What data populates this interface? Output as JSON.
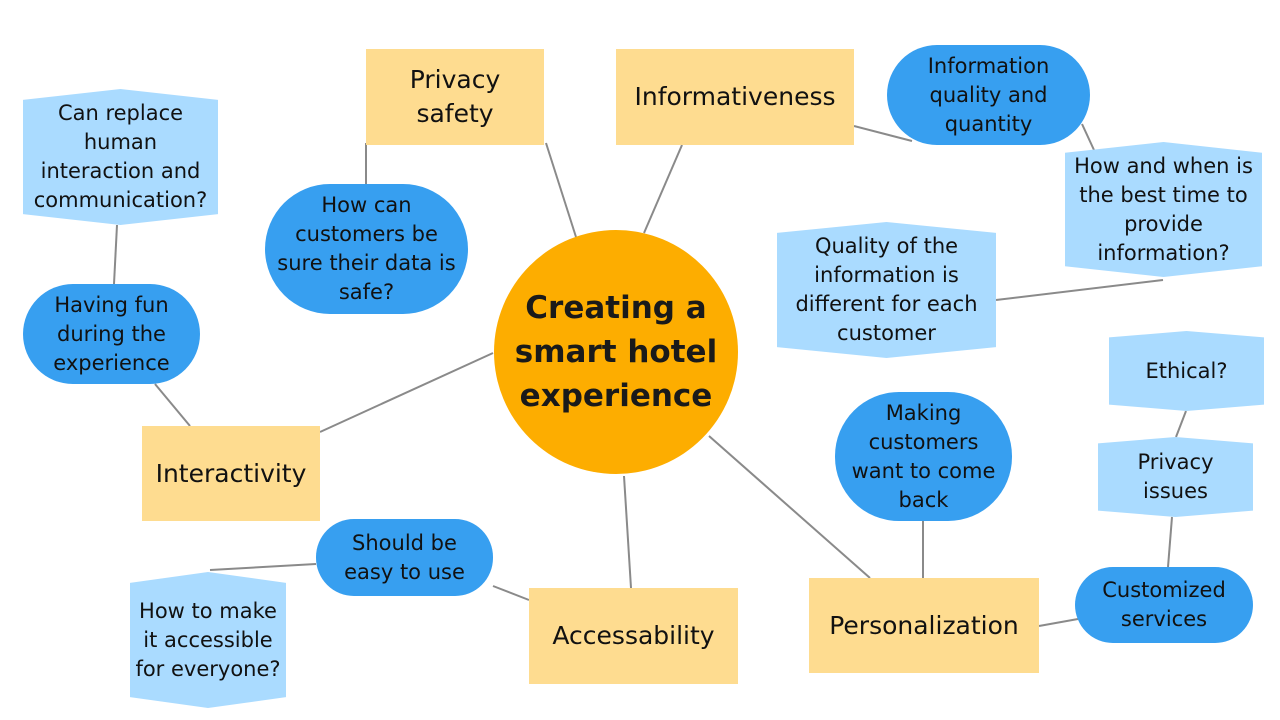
{
  "center": "Creating a smart hotel experience",
  "categories": {
    "privacy_safety": "Privacy safety",
    "informativeness": "Informativeness",
    "interactivity": "Interactivity",
    "accessability": "Accessability",
    "personalization": "Personalization"
  },
  "subtopics": {
    "info_quality": "Information quality and quantity",
    "data_safe": "How can customers be sure their data is safe?",
    "having_fun": "Having fun during the experience",
    "come_back": "Making customers want to come back",
    "easy_use": "Should be easy to use",
    "customized": "Customized services"
  },
  "questions": {
    "replace_human": "Can replace human interaction and communication?",
    "how_when": "How and when is the best time to provide information?",
    "quality_diff": "Quality of the information is different for each customer",
    "ethical": "Ethical?",
    "privacy_issues": "Privacy issues",
    "accessible": "How to make it accessible for everyone?"
  },
  "colors": {
    "center": "#FDAD00",
    "category": "#FEDC90",
    "subtopic": "#379FF0",
    "question": "#AADBFF",
    "link": "#8a8a8a"
  }
}
